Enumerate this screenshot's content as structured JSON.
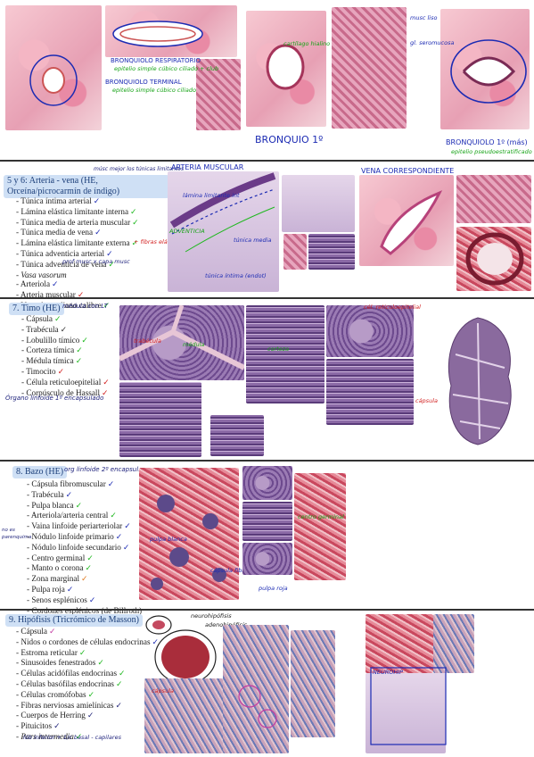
{
  "top": {
    "labels": {
      "bronquiolo_resp": "BRONQUIOLO RESPIRATORIO",
      "bronquiolo_resp_sub": "epitelio simple cúbico ciliado + club",
      "bronquiolo_term": "BRONQUIOLO TERMINAL",
      "bronquiolo_term_sub": "epitelio simple cúbico ciliado",
      "bronquio": "BRONQUIO 1º",
      "bronquiolo_prim": "BRONQUIOLO 1º (más)",
      "bronquiolo_prim_sub": "epitelio pseudoestratificado ciliado",
      "cartilago": "cartílago hialino",
      "musculo": "musc liso",
      "glandula": "gl. seromucosa"
    }
  },
  "s5": {
    "header": "5 y 6: Arteria - vena (HE, Orceína/picrocarmín de índigo)",
    "note": "músc mejor los túnicas limitantes",
    "items": [
      {
        "text": "Túnica íntima arterial",
        "mark": "✓",
        "color": "b"
      },
      {
        "text": "Lámina elástica limitante interna",
        "mark": "✓",
        "color": "g"
      },
      {
        "text": "Túnica media de arteria muscular",
        "mark": "✓",
        "color": "g"
      },
      {
        "text": "Túnica media de vena",
        "mark": "✓",
        "color": "b"
      },
      {
        "text": "Lámina elástica limitante externa",
        "mark": "✓",
        "color": "g"
      },
      {
        "text": "Túnica adventicia arterial",
        "mark": "✓",
        "color": "b"
      },
      {
        "text": "Túnica adventicia de vena",
        "mark": "✓",
        "color": "g"
      },
      {
        "text": "Vasa vasorum",
        "mark": "",
        "color": "b"
      },
      {
        "text": "Arteriola",
        "mark": "✓",
        "color": "b"
      },
      {
        "text": "Arteria muscular",
        "mark": "✓",
        "color": "r"
      },
      {
        "text": "Vena de mediano calibre",
        "mark": "✓",
        "color": "g"
      }
    ],
    "ann_fibras": "+ fibras elásticas",
    "ann_vasa": "prof musc x capa musc",
    "title_arteria": "ARTERIA MUSCULAR",
    "title_vena": "VENA CORRESPONDIENTE",
    "ann_limitante": "lámina limitante int",
    "ann_media": "túnica media",
    "ann_adventicia": "ADVENTICIA",
    "ann_intima": "túnica íntima (endot)"
  },
  "s7": {
    "header": "7. Timo (HE)",
    "note": "médula con LT",
    "items": [
      {
        "text": "Cápsula",
        "mark": "✓",
        "color": "g"
      },
      {
        "text": "Trabécula",
        "mark": "✓",
        "color": "k"
      },
      {
        "text": "Lobulillo tímico",
        "mark": "✓",
        "color": "g"
      },
      {
        "text": "Corteza tímica",
        "mark": "✓",
        "color": "g"
      },
      {
        "text": "Médula tímica",
        "mark": "✓",
        "color": "g"
      },
      {
        "text": "Timocito",
        "mark": "✓",
        "color": "r"
      },
      {
        "text": "Célula reticuloepitelial",
        "mark": "✓",
        "color": "r"
      },
      {
        "text": "Corpúsculo de Hassall",
        "mark": "✓",
        "color": "r"
      }
    ],
    "organ_note": "Órgano linfoide 1º encapsulado",
    "ann_trabecula": "trabécula",
    "ann_medula": "médula",
    "ann_corteza": "corteza",
    "ann_capsula": "cápsula",
    "ann_hassall": "cél. reticuloepitelial"
  },
  "s8": {
    "header": "8. Bazo (HE)",
    "note": "org linfoide 2º encapsul.",
    "side_note": "no es parenquima",
    "items": [
      {
        "text": "Cápsula fibromuscular",
        "mark": "✓",
        "color": "b"
      },
      {
        "text": "Trabécula",
        "mark": "✓",
        "color": "b"
      },
      {
        "text": "Pulpa blanca",
        "mark": "✓",
        "color": "g"
      },
      {
        "text": "Arteriola/arteria central",
        "mark": "✓",
        "color": "g"
      },
      {
        "text": "Vaina linfoide periarteriolar",
        "mark": "✓",
        "color": "b"
      },
      {
        "text": "Nódulo linfoide primario",
        "mark": "✓",
        "color": "b"
      },
      {
        "text": "Nódulo linfoide secundario",
        "mark": "✓",
        "color": "b"
      },
      {
        "text": "Centro germinal",
        "mark": "✓",
        "color": "g"
      },
      {
        "text": "Manto o corona",
        "mark": "✓",
        "color": "g"
      },
      {
        "text": "Zona marginal",
        "mark": "✓",
        "color": "o"
      },
      {
        "text": "Pulpa roja",
        "mark": "✓",
        "color": "b"
      },
      {
        "text": "Senos esplénicos",
        "mark": "✓",
        "color": "b"
      },
      {
        "text": "Cordones esplénicos (de Billroth)",
        "mark": "",
        "color": "b"
      }
    ],
    "ann_pulpa_blanca": "pulpa blanca",
    "ann_pulpa_roja": "pulpa roja",
    "ann_capsula": "cápsula fibromusc",
    "ann_centro": "centro germinal"
  },
  "s9": {
    "header": "9. Hipófisis (Tricrómico de Masson)",
    "items": [
      {
        "text": "Cápsula",
        "mark": "✓",
        "color": "m"
      },
      {
        "text": "Nidos o cordones de células endocrinas",
        "mark": "✓",
        "color": "b"
      },
      {
        "text": "Estroma reticular",
        "mark": "✓",
        "color": "g"
      },
      {
        "text": "Sinusoides fenestrados",
        "mark": "✓",
        "color": "g"
      },
      {
        "text": "Células acidófilas endocrinas",
        "mark": "✓",
        "color": "g"
      },
      {
        "text": "Células basófilas endocrinas",
        "mark": "✓",
        "color": "g"
      },
      {
        "text": "Células cromófobas",
        "mark": "✓",
        "color": "g"
      },
      {
        "text": "Fibras nerviosas amielínicas",
        "mark": "✓",
        "color": "db"
      },
      {
        "text": "Cuerpos de Herring",
        "mark": "✓",
        "color": "db"
      },
      {
        "text": "Pituicitos",
        "mark": "✓",
        "color": "db"
      },
      {
        "text": "Pars intermedia",
        "mark": "✓",
        "color": "g"
      }
    ],
    "bottom_note": "lób inferior + 1/c basal - capilares",
    "ann_neuro": "neurohipófisis",
    "ann_adeno": "adenohipófisis",
    "ann_capsula": "cápsula",
    "ann_neurohip": "NEUROHIP"
  }
}
